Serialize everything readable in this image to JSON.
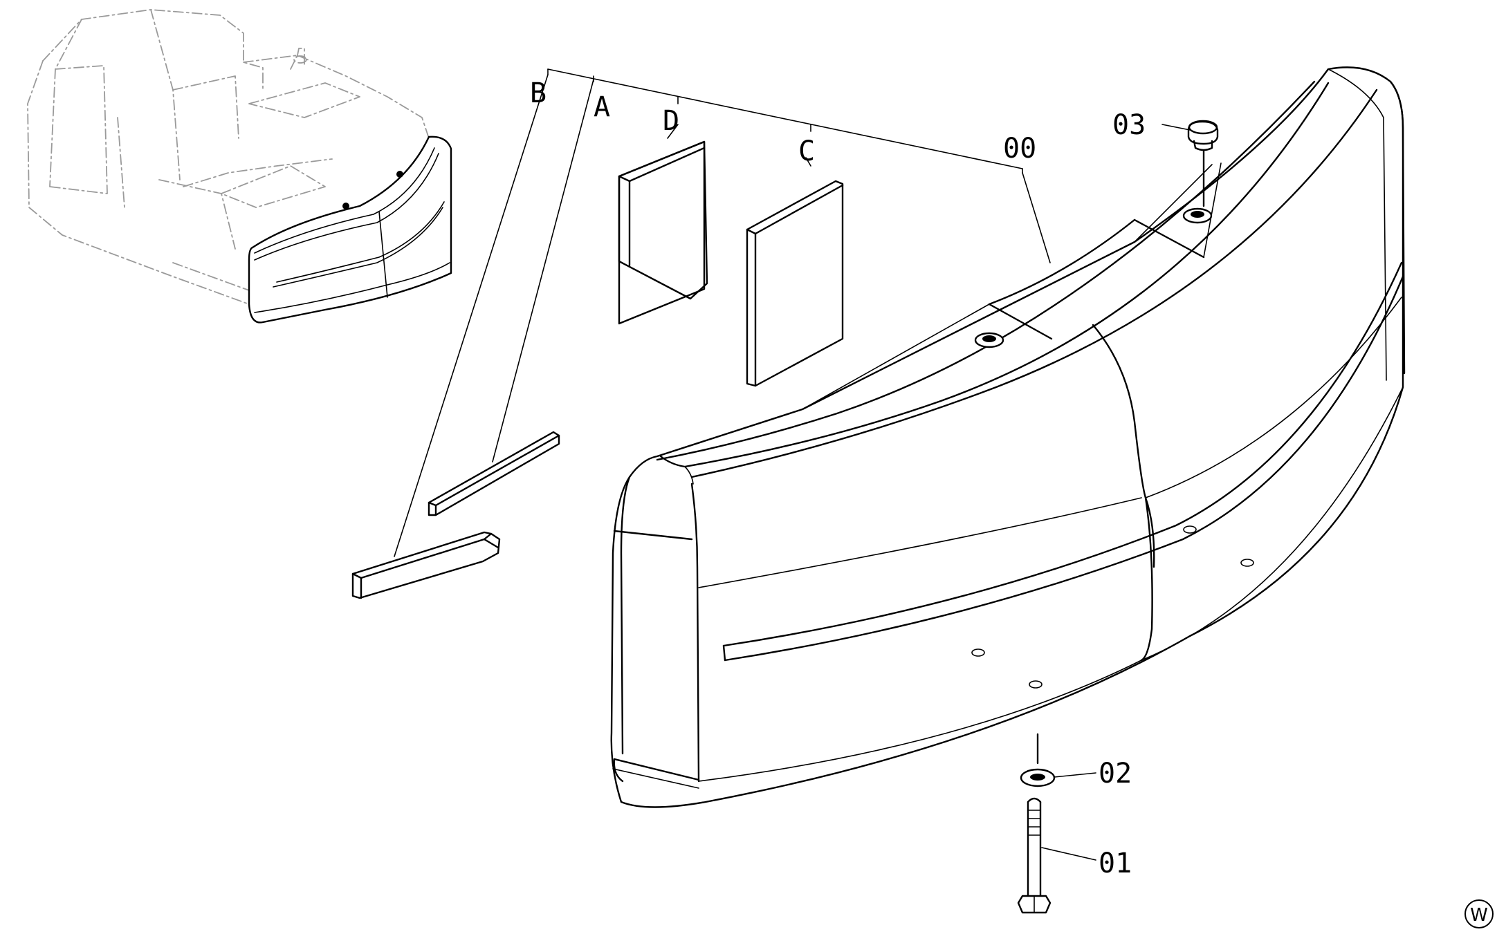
{
  "labels": {
    "part_00": "00",
    "part_01": "01",
    "part_02": "02",
    "part_03": "03",
    "part_a": "A",
    "part_b": "B",
    "part_c": "C",
    "part_d": "D"
  },
  "watermark": "W",
  "icons": {
    "watermark": "circled-letter-icon"
  },
  "colors": {
    "line": "#000000",
    "phantom": "#9a9a9a",
    "background": "#ffffff"
  }
}
